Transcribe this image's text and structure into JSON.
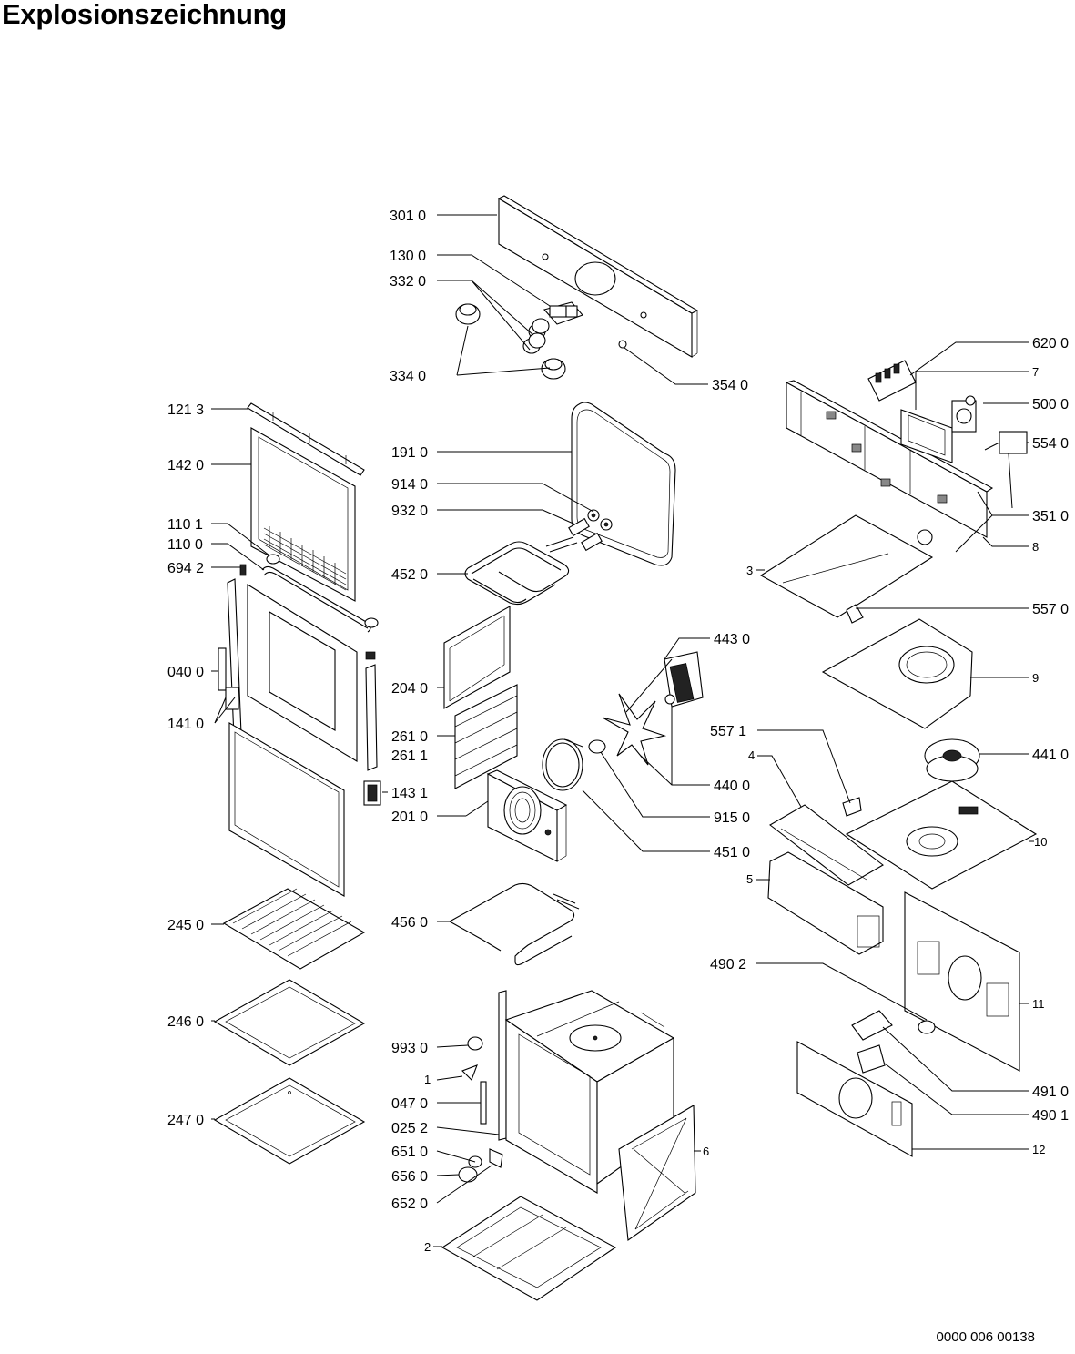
{
  "header": {
    "title": "Explosionszeichnung"
  },
  "footer": {
    "doc_number": "0000 006 00138"
  },
  "labels": {
    "l3010": "301 0",
    "l1300": "130 0",
    "l3320": "332 0",
    "l3340": "334 0",
    "l3540": "354 0",
    "l1213": "121 3",
    "l1420": "142 0",
    "l1101": "110 1",
    "l1100": "110 0",
    "l6942": "694 2",
    "l0400": "040 0",
    "l1410": "141 0",
    "l1431": "143 1",
    "l1910": "191 0",
    "l9140": "914 0",
    "l9320": "932 0",
    "l4520": "452 0",
    "l2040": "204 0",
    "l2610": "261 0",
    "l2611": "261 1",
    "l2010": "201 0",
    "l4430": "443 0",
    "l4400": "440 0",
    "l9150": "915 0",
    "l4510": "451 0",
    "l5571": "557 1",
    "l4560": "456 0",
    "l2450": "245 0",
    "l2460": "246 0",
    "l2470": "247 0",
    "l9930": "993 0",
    "l1": "1",
    "l0470": "047 0",
    "l0252": "025 2",
    "l6510": "651 0",
    "l6560": "656 0",
    "l6520": "652 0",
    "l2": "2",
    "l6": "6",
    "l6200": "620 0",
    "l7": "7",
    "l5000": "500 0",
    "l5540": "554 0",
    "l3510": "351 0",
    "l8": "8",
    "l3": "3",
    "l5570": "557 0",
    "l9": "9",
    "l4410": "441 0",
    "l4": "4",
    "l10": "10",
    "l5": "5",
    "l4902": "490 2",
    "l11": "11",
    "l4910": "491 0",
    "l4901": "490 1",
    "l12": "12"
  }
}
